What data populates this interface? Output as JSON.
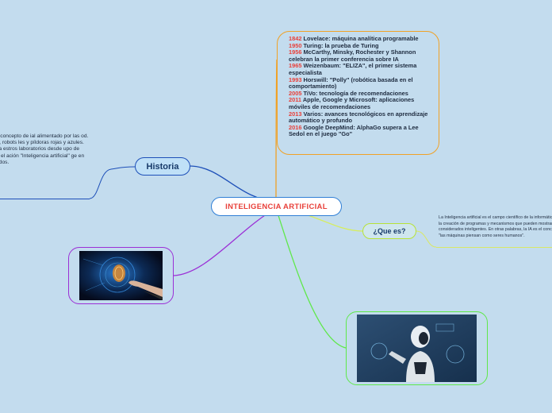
{
  "central_topic": {
    "label": "INTELIGENCIA ARTIFICIAL"
  },
  "branches": {
    "historia": {
      "label": "Historia",
      "text": "ros tenemos un concepto de ial alimentado por las od. Exterminadores, robots les y píldoras rojas y azules. stado en nuestra estros laboratorios desde upo de científicos inició el ación \"Inteligencia artificial\" ge en los Estados Unidos."
    },
    "que_es": {
      "label": "¿Que es?",
      "text": "La Inteligencia artificial es el campo científico de la informática que se centra en la creación de programas y mecanismos que pueden mostrar comportamientos considerados inteligentes. En otras palabras, la IA es el concepto según el cual \"las máquinas piensan como seres humanos\"."
    },
    "timeline": {
      "items": [
        {
          "year": "1842",
          "text": "Lovelace: máquina analítica programable"
        },
        {
          "year": "1950",
          "text": "Turing: la prueba de Turing"
        },
        {
          "year": "1956",
          "text": "McCarthy, Minsky, Rochester y Shannon celebran la primer conferencia sobre IA"
        },
        {
          "year": "1965",
          "text": "Weizenbaum: \"ELIZA\", el primer sistema especialista"
        },
        {
          "year": "1993",
          "text": "Horswill: \"Polly\" (robótica basada en el comportamiento)"
        },
        {
          "year": "2005",
          "text": "TiVo: tecnología de recomendaciones"
        },
        {
          "year": "2011",
          "text": "Apple, Google y Microsoft: aplicaciones móviles de recomendaciones"
        },
        {
          "year": "2013",
          "text": "Varios: avances tecnológicos en aprendizaje automático y profundo"
        },
        {
          "year": "2016",
          "text": "Google DeepMind: AlphaGo supera a Lee Sedol en el juego \"Go\""
        }
      ]
    },
    "image_hand": {
      "icon": "digital-hand-touch-image"
    },
    "image_robot": {
      "icon": "humanoid-robot-image"
    }
  },
  "colors": {
    "background": "#c3dcee",
    "central_text": "#e8403a",
    "year_text": "#e8403a",
    "historia_branch": "#1d4fb8",
    "timeline_branch": "#f0a126",
    "que_es_branch": "#b7e238",
    "hand_image_branch": "#9b2fd6",
    "robot_image_branch": "#5fe84a"
  }
}
